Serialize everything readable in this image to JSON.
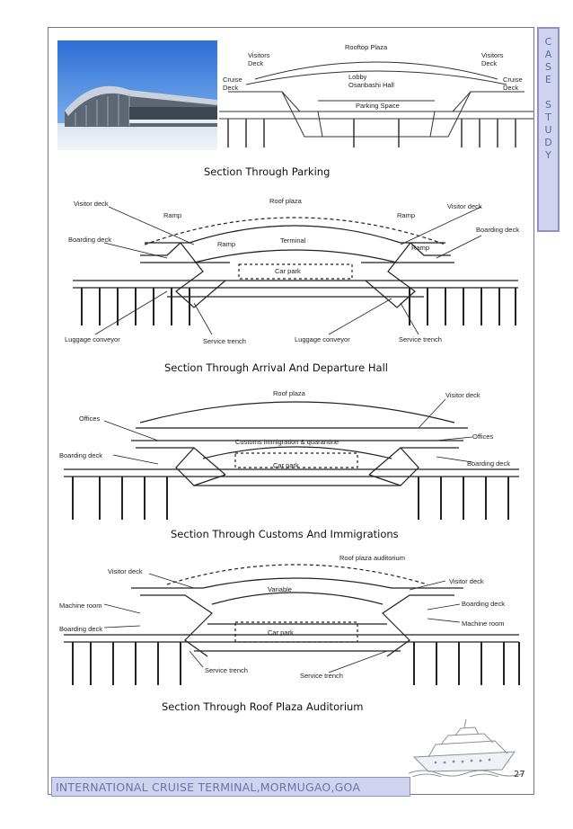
{
  "side_tab": {
    "text": "C\nA\nS\nE\n\nS\nT\nU\nD\nY"
  },
  "section1": {
    "caption": "Section Through Parking",
    "labels": {
      "rooftop_plaza": "Rooftop Plaza",
      "visitors_deck_left": "Visitors\nDeck",
      "visitors_deck_right": "Visitors\nDeck",
      "cruise_deck_left": "Cruise\nDeck",
      "cruise_deck_right": "Cruise\nDeck",
      "lobby": "Lobby\nOsanbashi Hall",
      "parking_space": "Parking Space"
    }
  },
  "section2": {
    "caption": "Section Through  Arrival And Departure Hall",
    "labels": {
      "roof_plaza": "Roof plaza",
      "visitor_deck_left": "Visitor deck",
      "visitor_deck_right": "Visitor deck",
      "ramp_left": "Ramp",
      "ramp_right": "Ramp",
      "ramp_center_left": "Ramp",
      "ramp_center_right": "Ramp",
      "terminal": "Terminal",
      "boarding_deck_left": "Boarding deck",
      "boarding_deck_right": "Boarding deck",
      "car_park": "Car park",
      "luggage_conveyor_left": "Luggage conveyor",
      "service_trench_left": "Service trench",
      "luggage_conveyor_center": "Luggage conveyor",
      "service_trench_right": "Service trench"
    }
  },
  "section3": {
    "caption": "Section Through Customs And Immigrations",
    "labels": {
      "roof_plaza": "Roof plaza",
      "visitor_deck": "Visitor deck",
      "offices_left": "Offices",
      "offices_right": "Offices",
      "customs": "Customs immigration & quarantine",
      "boarding_deck_left": "Boarding deck",
      "boarding_deck_right": "Boarding deck",
      "car_park": "Car park"
    }
  },
  "section4": {
    "caption": "Section Through Roof Plaza Auditorium",
    "labels": {
      "roof_plaza_auditorium": "Roof plaza auditorium",
      "visitor_deck_left": "Visitor deck",
      "visitor_deck_right": "Visitor deck",
      "variable": "Variable",
      "machine_room_left": "Machine room",
      "machine_room_right": "Machine room",
      "boarding_deck_left": "Boarding deck",
      "boarding_deck_right": "Boarding deck",
      "car_park": "Car park",
      "service_trench_left": "Service trench",
      "service_trench_right": "Service trench"
    }
  },
  "footer": {
    "text": "INTERNATIONAL CRUISE TERMINAL,MORMUGAO,GOA"
  },
  "page_number": "27",
  "colors": {
    "tab_bg": "#cfd3ee",
    "tab_border": "#8b92c8",
    "tab_text": "#5a66a8"
  }
}
